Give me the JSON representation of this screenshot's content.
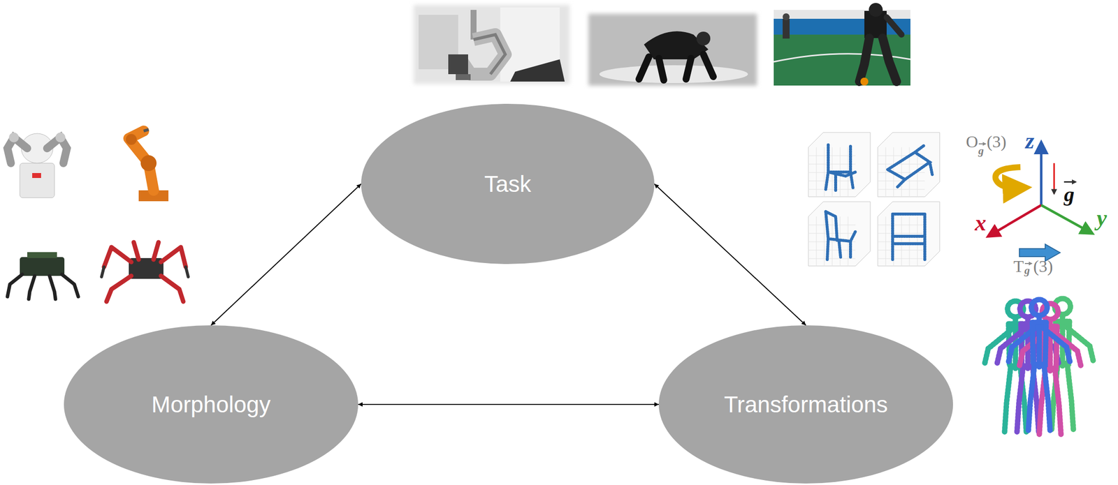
{
  "diagram": {
    "nodes": [
      {
        "text": [
          "Task"
        ]
      },
      {
        "text": [
          "Morphology"
        ]
      },
      {
        "text": [
          "Transformations"
        ]
      }
    ],
    "edges": [
      {
        "from": 0,
        "to": 1,
        "arrow": "both"
      },
      {
        "from": 0,
        "to": 2,
        "arrow": "both"
      },
      {
        "from": 1,
        "to": 2,
        "arrow": "both"
      }
    ],
    "labels": [
      "O",
      "g",
      "(3)",
      "z",
      "g",
      "x",
      "y",
      "T",
      "g",
      "(3)"
    ]
  }
}
